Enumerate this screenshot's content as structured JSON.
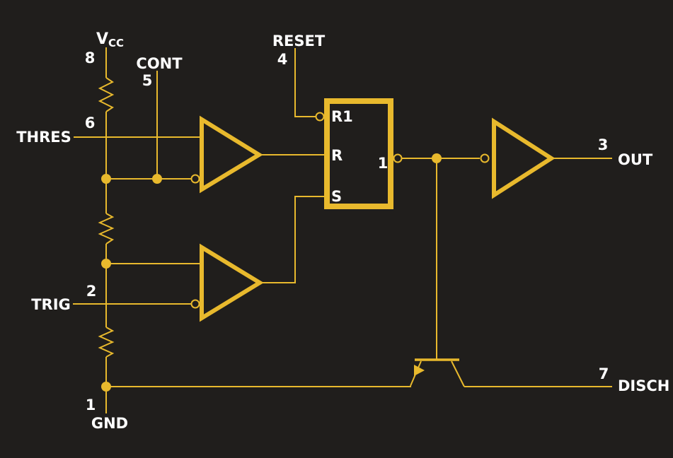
{
  "colors": {
    "background": "#201E1C",
    "wire": "#E8B92D",
    "label": "#FFFFFF"
  },
  "pins": {
    "vcc": {
      "name": "V",
      "sub": "CC",
      "number": "8"
    },
    "cont": {
      "label": "CONT",
      "number": "5"
    },
    "thres": {
      "label": "THRES",
      "number": "6"
    },
    "trig": {
      "label": "TRIG",
      "number": "2"
    },
    "gnd": {
      "label": "GND",
      "number": "1"
    },
    "reset": {
      "label": "RESET",
      "number": "4"
    },
    "out": {
      "label": "OUT",
      "number": "3"
    },
    "disch": {
      "label": "DISCH",
      "number": "7"
    }
  },
  "latch": {
    "reset_override": "R1",
    "reset_input": "R",
    "set_input": "S",
    "output": "1"
  }
}
